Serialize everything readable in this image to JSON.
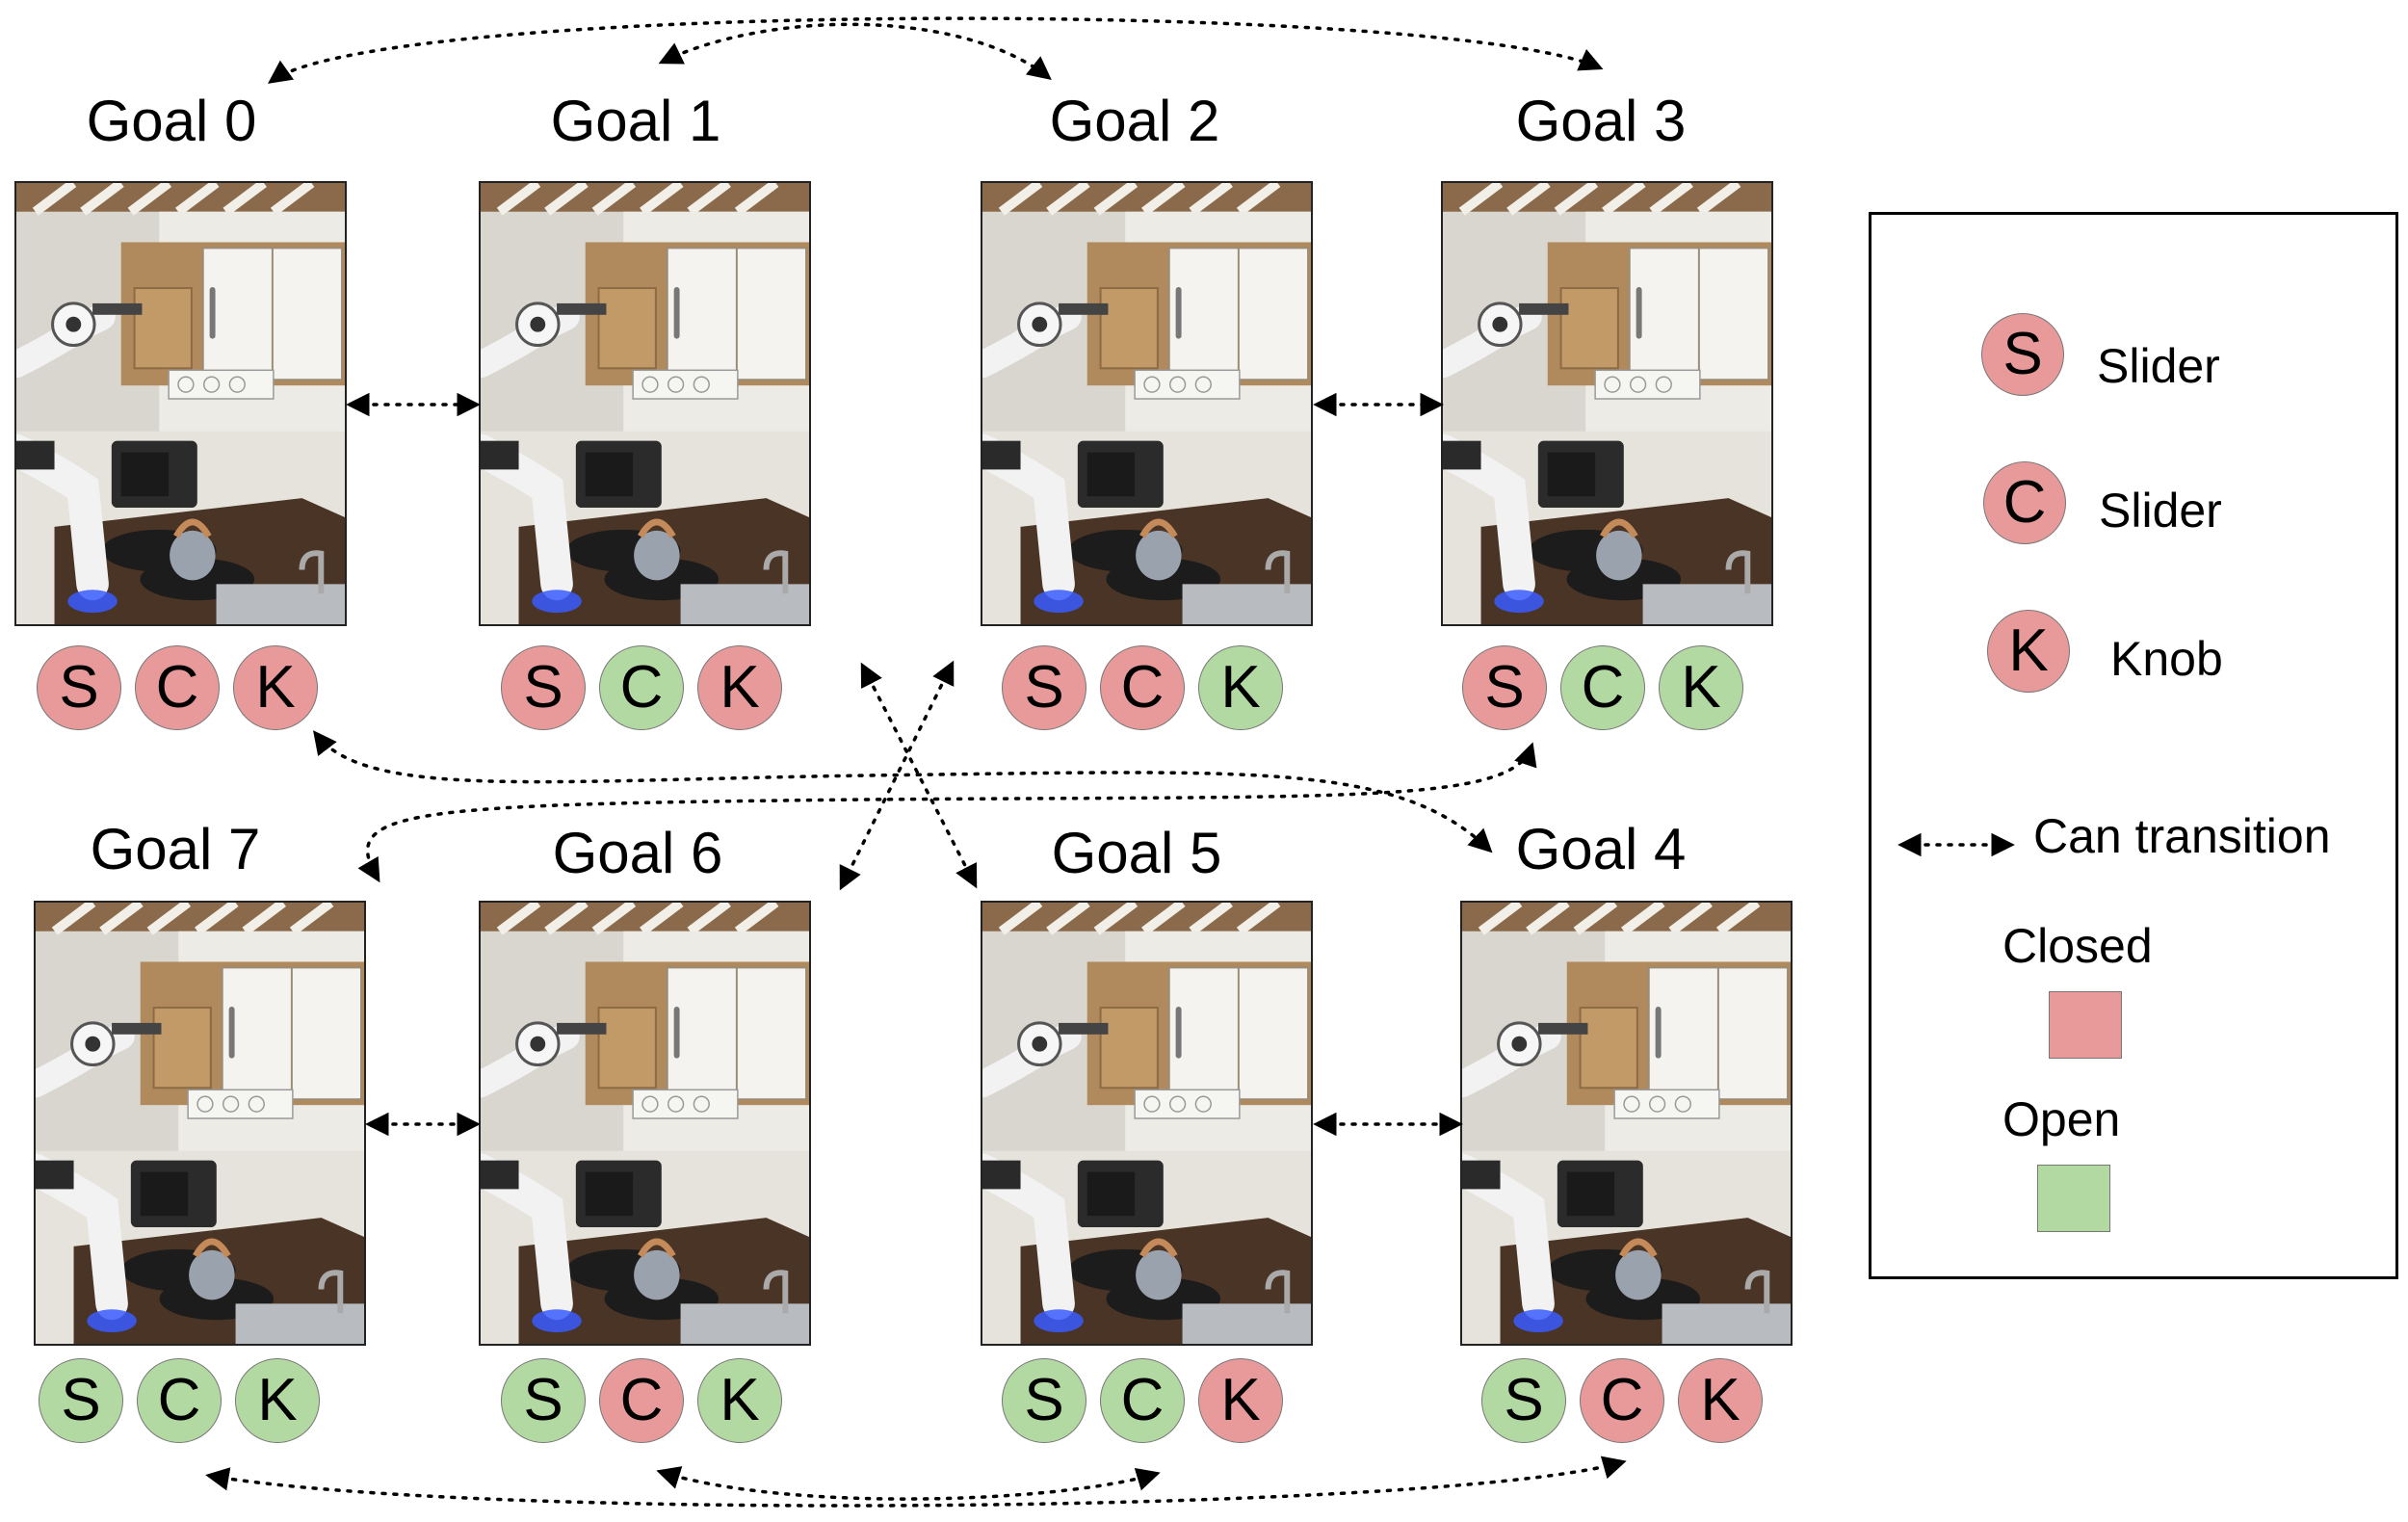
{
  "colors": {
    "closed": "#e89a9a",
    "open": "#b3d9a3"
  },
  "goals": [
    {
      "title": "Goal 0",
      "states": [
        {
          "letter": "S",
          "state": "closed"
        },
        {
          "letter": "C",
          "state": "closed"
        },
        {
          "letter": "K",
          "state": "closed"
        }
      ]
    },
    {
      "title": "Goal 1",
      "states": [
        {
          "letter": "S",
          "state": "closed"
        },
        {
          "letter": "C",
          "state": "open"
        },
        {
          "letter": "K",
          "state": "closed"
        }
      ]
    },
    {
      "title": "Goal 2",
      "states": [
        {
          "letter": "S",
          "state": "closed"
        },
        {
          "letter": "C",
          "state": "closed"
        },
        {
          "letter": "K",
          "state": "open"
        }
      ]
    },
    {
      "title": "Goal 3",
      "states": [
        {
          "letter": "S",
          "state": "closed"
        },
        {
          "letter": "C",
          "state": "open"
        },
        {
          "letter": "K",
          "state": "open"
        }
      ]
    },
    {
      "title": "Goal 7",
      "states": [
        {
          "letter": "S",
          "state": "open"
        },
        {
          "letter": "C",
          "state": "open"
        },
        {
          "letter": "K",
          "state": "open"
        }
      ]
    },
    {
      "title": "Goal 6",
      "states": [
        {
          "letter": "S",
          "state": "open"
        },
        {
          "letter": "C",
          "state": "closed"
        },
        {
          "letter": "K",
          "state": "open"
        }
      ]
    },
    {
      "title": "Goal 5",
      "states": [
        {
          "letter": "S",
          "state": "open"
        },
        {
          "letter": "C",
          "state": "open"
        },
        {
          "letter": "K",
          "state": "closed"
        }
      ]
    },
    {
      "title": "Goal 4",
      "states": [
        {
          "letter": "S",
          "state": "open"
        },
        {
          "letter": "C",
          "state": "closed"
        },
        {
          "letter": "K",
          "state": "closed"
        }
      ]
    }
  ],
  "legend": {
    "items": [
      {
        "letter": "S",
        "label": "Slider"
      },
      {
        "letter": "C",
        "label": "Slider"
      },
      {
        "letter": "K",
        "label": "Knob"
      }
    ],
    "transition_label": "Can transition",
    "closed_label": "Closed",
    "open_label": "Open"
  }
}
